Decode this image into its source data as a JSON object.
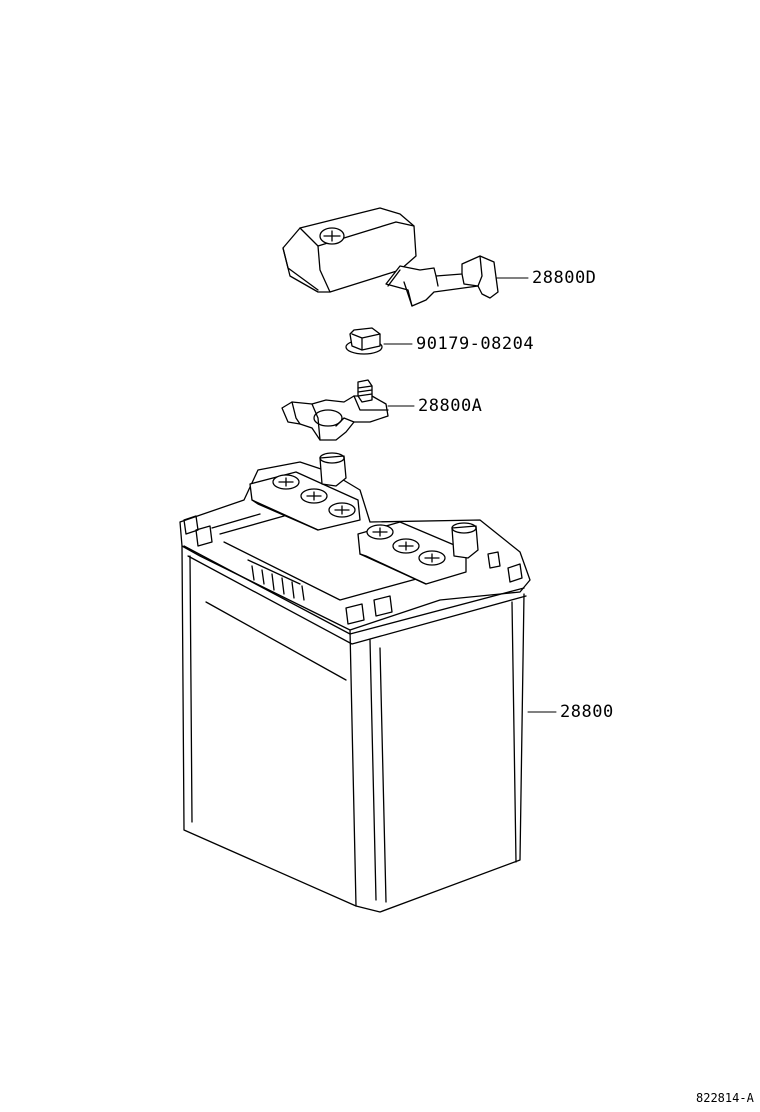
{
  "parts": {
    "terminal_cover": {
      "number": "28800D"
    },
    "nut": {
      "number": "90179-08204"
    },
    "terminal_clamp": {
      "number": "28800A"
    },
    "battery": {
      "number": "28800"
    }
  },
  "diagram_ref": "822814-A"
}
